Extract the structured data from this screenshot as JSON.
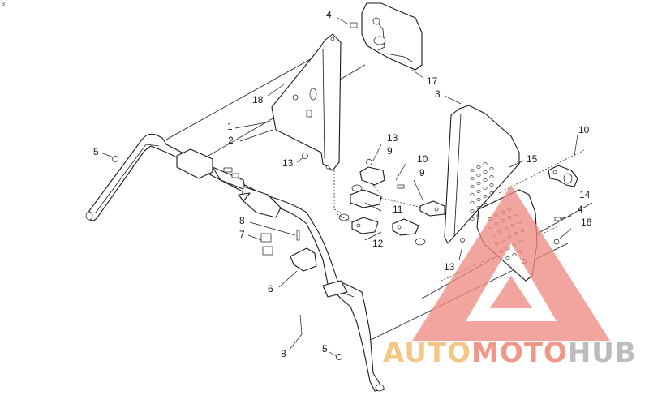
{
  "corner_mark": "B",
  "callouts": [
    {
      "id": "c4a",
      "text": "4"
    },
    {
      "id": "c17",
      "text": "17"
    },
    {
      "id": "c3",
      "text": "3"
    },
    {
      "id": "c18",
      "text": "18"
    },
    {
      "id": "c1",
      "text": "1"
    },
    {
      "id": "c2",
      "text": "2"
    },
    {
      "id": "c5a",
      "text": "5"
    },
    {
      "id": "c13a",
      "text": "13"
    },
    {
      "id": "c13b",
      "text": "13"
    },
    {
      "id": "c9a",
      "text": "9"
    },
    {
      "id": "c10a",
      "text": "10"
    },
    {
      "id": "c9b",
      "text": "9"
    },
    {
      "id": "c15",
      "text": "15"
    },
    {
      "id": "c10b",
      "text": "10"
    },
    {
      "id": "c14",
      "text": "14"
    },
    {
      "id": "c11",
      "text": "11"
    },
    {
      "id": "c4b",
      "text": "4"
    },
    {
      "id": "c16",
      "text": "16"
    },
    {
      "id": "c8a",
      "text": "8"
    },
    {
      "id": "c7",
      "text": "7"
    },
    {
      "id": "c12",
      "text": "12"
    },
    {
      "id": "c13c",
      "text": "13"
    },
    {
      "id": "c6",
      "text": "6"
    },
    {
      "id": "c8b",
      "text": "8"
    },
    {
      "id": "c5b",
      "text": "5"
    }
  ],
  "watermark": {
    "part1": "AUTO",
    "part2": "MOTO",
    "part3": "HUB",
    "colors": {
      "auto": "#f3c27a",
      "moto": "#f08c7c",
      "hub": "#b5b5b5",
      "triangle": "#ee8a82"
    }
  }
}
